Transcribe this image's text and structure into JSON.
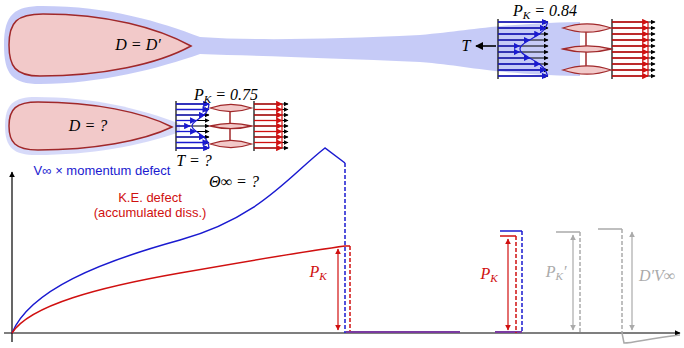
{
  "diagram": {
    "nodes": [
      {
        "text": [
          "D = D′"
        ]
      },
      {
        "text": [
          "D = ?"
        ]
      }
    ],
    "labels": [
      "PK = 0.84",
      "T",
      "PK = 0.75",
      "T = ?",
      "Θ∞ = ?",
      "V∞ × momentum defect",
      "K.E. defect (accumulated diss.)",
      "PK",
      "PK",
      "PK′",
      "D′V∞"
    ]
  }
}
